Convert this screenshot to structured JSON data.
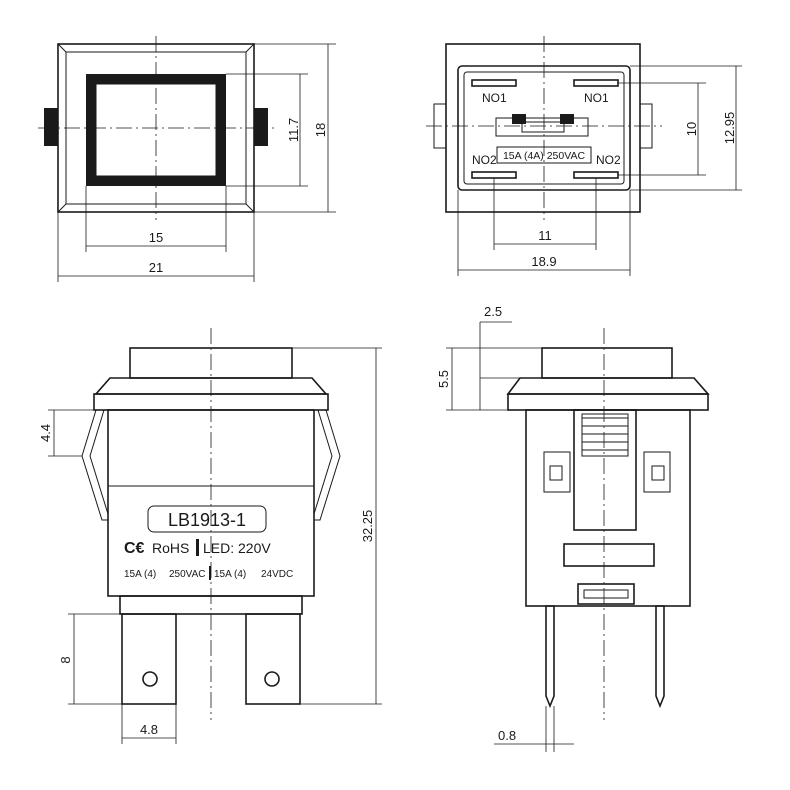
{
  "views": {
    "front": {
      "dim_width_outer": "21",
      "dim_width_inner": "15",
      "dim_height_inner": "11.7",
      "dim_height_outer": "18"
    },
    "rear": {
      "terminal_no1_left": "NO1",
      "terminal_no1_right": "NO1",
      "terminal_no2_left": "NO2",
      "terminal_no2_right": "NO2",
      "rating_label": "15A (4A) 250VAC",
      "dim_terminal_spacing_v": "10",
      "dim_height": "12.95",
      "dim_terminal_spacing_h": "11",
      "dim_width": "18.9"
    },
    "side": {
      "model": "LB1913-1",
      "cert": "RoHS",
      "led": "LED: 220V",
      "rating_1": "15A (4)",
      "rating_2": "250VAC",
      "rating_3": "15A (4)",
      "rating_4": "24VDC",
      "dim_clip": "4.4",
      "dim_total_height": "32.25",
      "dim_terminal_length": "8",
      "dim_terminal_width": "4.8"
    },
    "profile": {
      "dim_cap_offset": "2.5",
      "dim_cap_height": "5.5",
      "dim_pin_thickness": "0.8"
    }
  },
  "colors": {
    "line": "#1a1a1a",
    "background": "#ffffff"
  }
}
